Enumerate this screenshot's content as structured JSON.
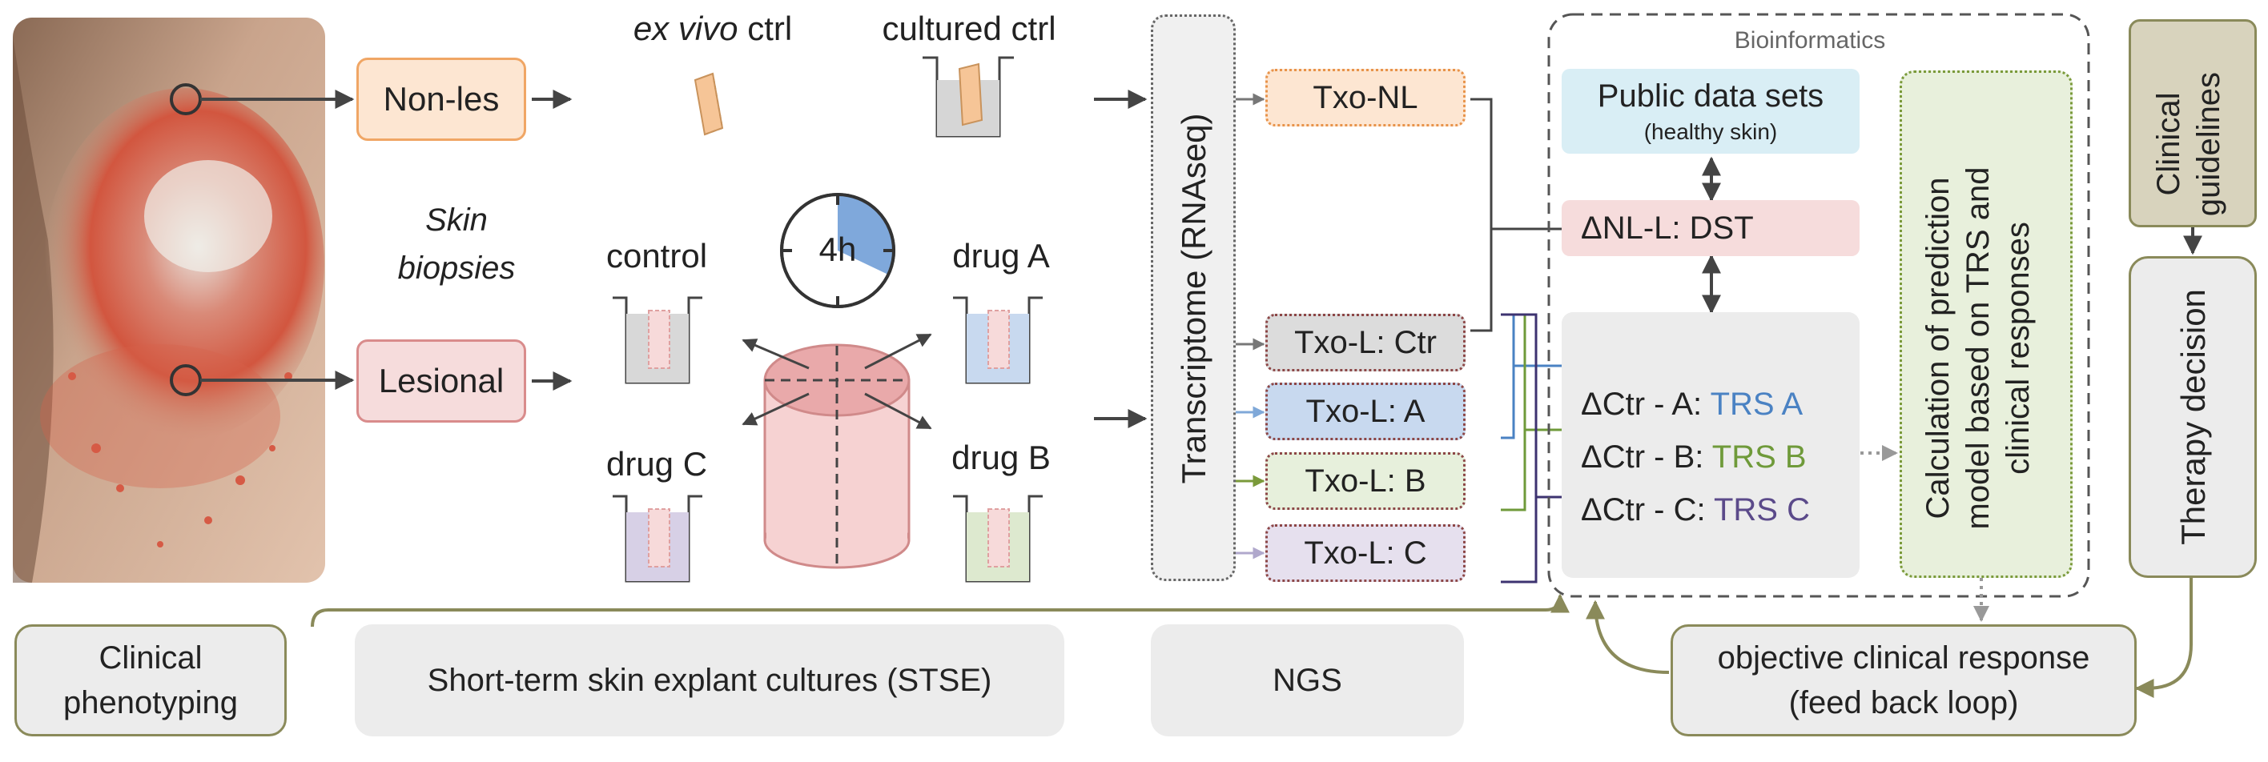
{
  "nonles_label": "Non-les",
  "lesional_label": "Lesional",
  "skin_biopsies": [
    "Skin",
    "biopsies"
  ],
  "exvivo_ctrl": {
    "italic": "ex vivo",
    "rest": " ctrl"
  },
  "cultured_ctrl": "cultured ctrl",
  "timer_label": "4h",
  "control_label": "control",
  "drug_a_label": "drug A",
  "drug_b_label": "drug B",
  "drug_c_label": "drug C",
  "transcriptome_label": "Transcriptome (RNAseq)",
  "txo": {
    "nl": "Txo-NL",
    "ctr": "Txo-L: Ctr",
    "a": "Txo-L: A",
    "b": "Txo-L: B",
    "c": "Txo-L: C"
  },
  "bioinformatics_title": "Bioinformatics",
  "public_data": {
    "title": "Public data sets",
    "sub": "(healthy skin)"
  },
  "dst_label": "ΔNL-L: DST",
  "delta": {
    "a_prefix": "ΔCtr - A: ",
    "a_trs": "TRS A",
    "b_prefix": "ΔCtr - B: ",
    "b_trs": "TRS B",
    "c_prefix": "ΔCtr - C: ",
    "c_trs": "TRS C"
  },
  "calc_lines": [
    "Calculation of prediction",
    "model based on TRS and",
    "clinical responses"
  ],
  "clinical_guidelines": [
    "Clinical",
    "guidelines"
  ],
  "therapy_decision": "Therapy decision",
  "clinical_phenotyping": [
    "Clinical",
    "phenotyping"
  ],
  "stse_label": "Short-term skin explant cultures (STSE)",
  "ngs_label": "NGS",
  "objective_response": [
    "objective clinical response",
    "(feed back loop)"
  ],
  "colors": {
    "drug_a": "#4a82c3",
    "drug_b": "#6f9a3a",
    "drug_c": "#5b4a8a",
    "nl_fill": "#fde6d2",
    "nl_border": "#f0a665",
    "les_fill": "#f6dcdc",
    "les_border": "#d98c8c",
    "olive": "#8a8a5a",
    "guidelines_fill": "#d8d3bd"
  }
}
